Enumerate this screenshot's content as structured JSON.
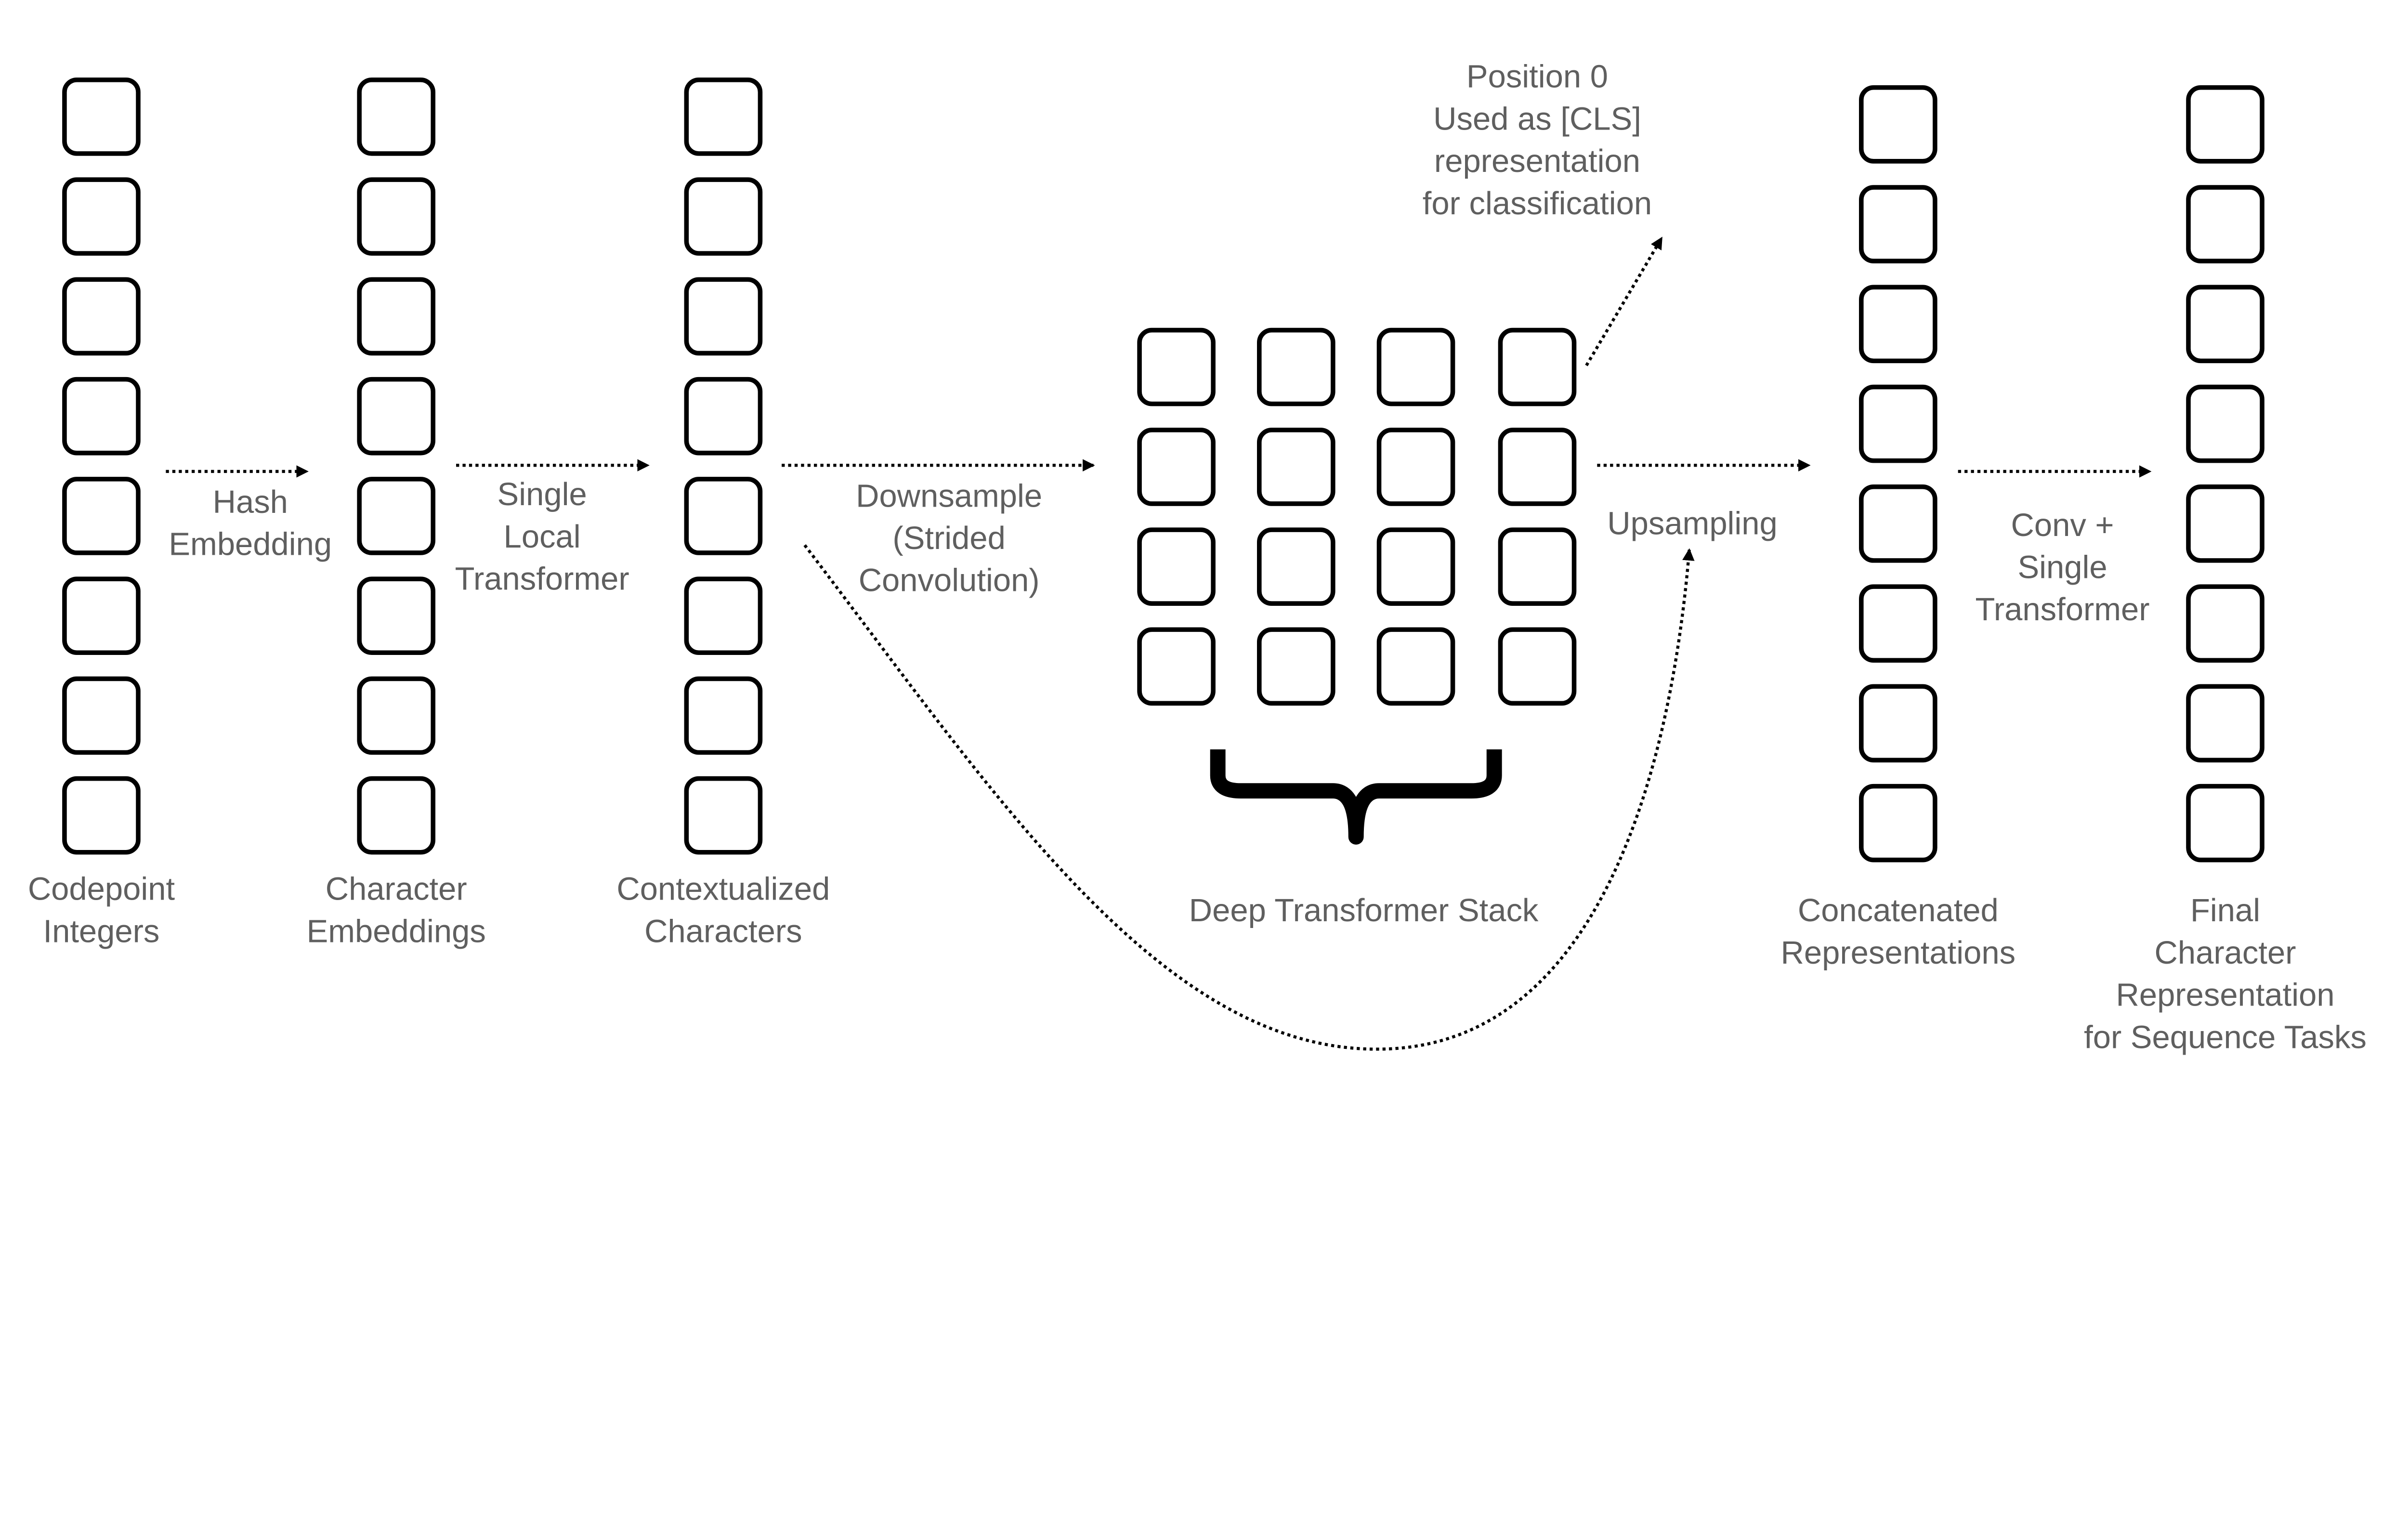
{
  "columns": [
    {
      "id": "codepoint",
      "label": [
        "Codepoint",
        "Integers"
      ],
      "cells": 8
    },
    {
      "id": "char-emb",
      "label": [
        "Character",
        "Embeddings"
      ],
      "cells": 8
    },
    {
      "id": "contextualized",
      "label": [
        "Contextualized",
        "Characters"
      ],
      "cells": 8
    },
    {
      "id": "concatenated",
      "label": [
        "Concatenated",
        "Representations"
      ],
      "cells": 8
    },
    {
      "id": "final",
      "label": [
        "Final",
        "Character",
        "Representation",
        "for Sequence Tasks"
      ],
      "cells": 8
    }
  ],
  "grid": {
    "label": "Deep Transformer Stack",
    "rows": 4,
    "cols": 4
  },
  "arrows": [
    {
      "id": "hash-embedding",
      "label": [
        "Hash",
        "Embedding"
      ]
    },
    {
      "id": "single-local-transformer",
      "label": [
        "Single",
        "Local",
        "Transformer"
      ]
    },
    {
      "id": "downsample",
      "label": [
        "Downsample",
        "(Strided",
        "Convolution)"
      ]
    },
    {
      "id": "upsampling",
      "label": [
        "Upsampling"
      ]
    },
    {
      "id": "conv-single-transformer",
      "label": [
        "Conv +",
        "Single",
        "Transformer"
      ]
    }
  ],
  "cls_note": [
    "Position 0",
    "Used as [CLS]",
    "representation",
    "for classification"
  ]
}
